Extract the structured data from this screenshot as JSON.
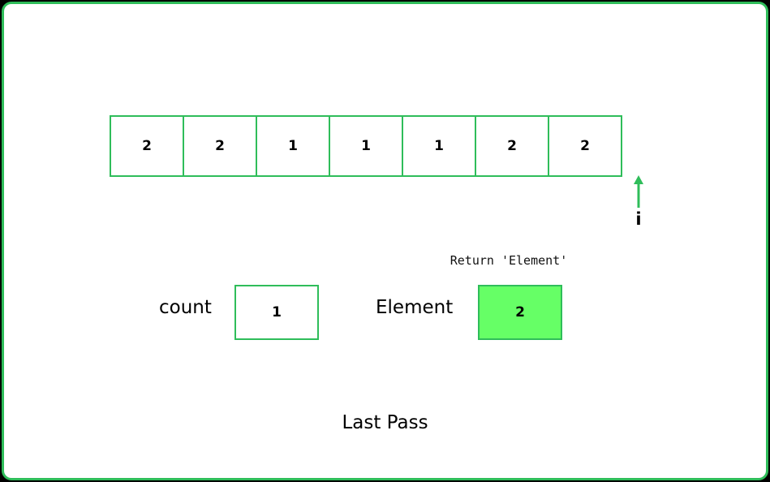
{
  "array": {
    "cells": [
      "2",
      "2",
      "1",
      "1",
      "1",
      "2",
      "2"
    ]
  },
  "pointer": {
    "label": "i",
    "icon": "arrow-up-icon"
  },
  "return_note": "Return 'Element'",
  "count": {
    "label": "count",
    "value": "1"
  },
  "element": {
    "label": "Element",
    "value": "2"
  },
  "caption": "Last Pass",
  "colors": {
    "accent": "#2fbd5a",
    "highlight": "#66ff66",
    "background": "#ffffff",
    "outer": "#000000"
  }
}
